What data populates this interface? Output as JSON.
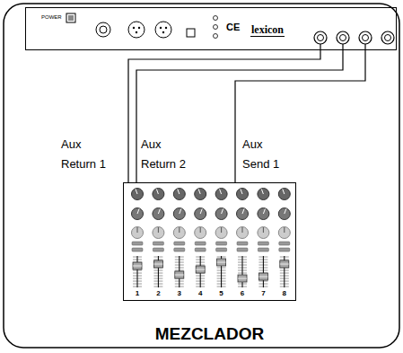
{
  "diagram": {
    "nodes": [
      {
        "text": [
          "lexicon"
        ]
      },
      {
        "text": [
          "MEZCLADOR"
        ]
      }
    ],
    "edges": [
      {
        "from": 0,
        "to": 1,
        "arrow": "none",
        "label": "Aux Return 1"
      },
      {
        "from": 0,
        "to": 1,
        "arrow": "none",
        "label": "Aux Return 2"
      },
      {
        "from": 0,
        "to": 1,
        "arrow": "none",
        "label": "Aux Send 1"
      }
    ],
    "labels": [
      "POWER",
      "CE",
      "1",
      "2",
      "3",
      "4",
      "5",
      "6",
      "7",
      "8"
    ]
  }
}
